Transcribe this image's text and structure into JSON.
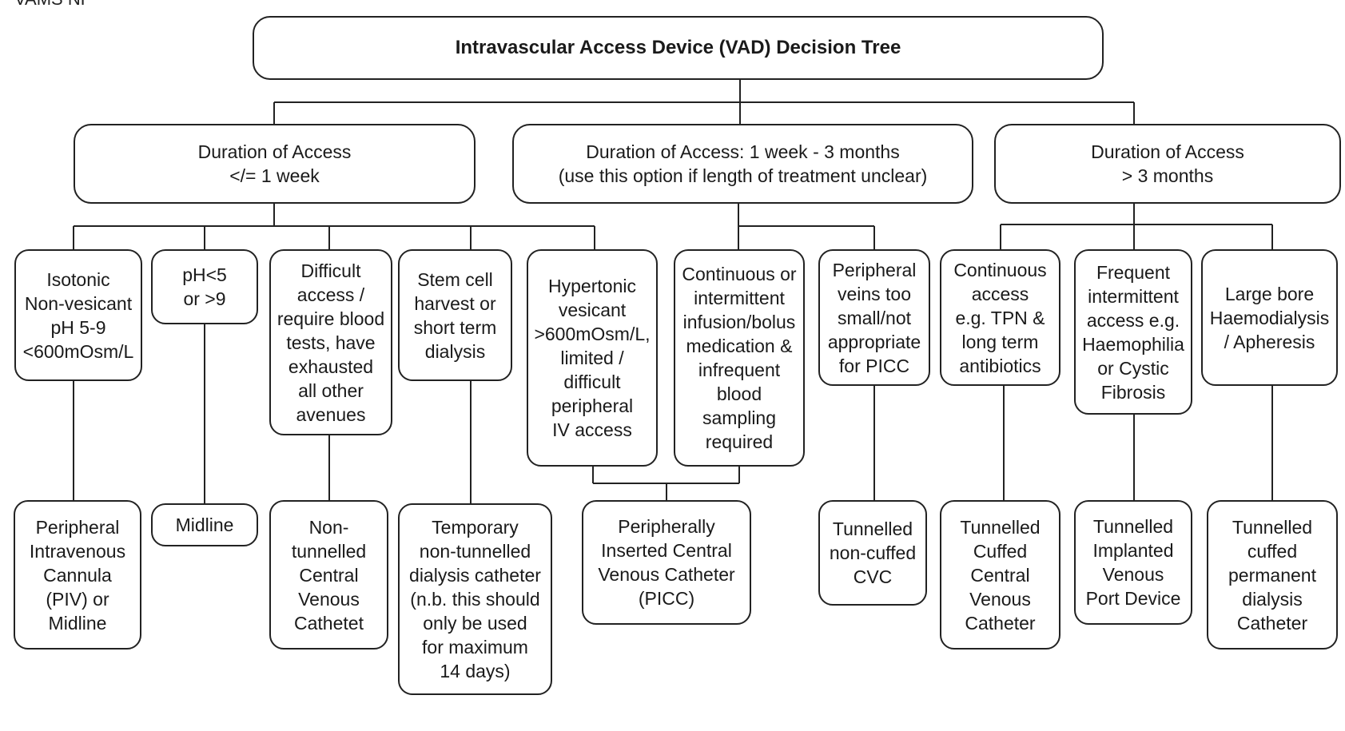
{
  "corner_text": "VAMS NP",
  "title": "Intravascular Access Device (VAD) Decision Tree",
  "durations": [
    "Duration of Access\n</= 1 week",
    "Duration of Access: 1 week - 3 months\n(use this option if length of treatment unclear)",
    "Duration of Access\n> 3 months"
  ],
  "criteria": [
    "Isotonic\nNon-vesicant\npH 5-9\n<600mOsm/L",
    "pH<5\nor >9",
    "Difficult\naccess /\nrequire blood\ntests, have\nexhausted\nall other\navenues",
    "Stem cell\nharvest or\nshort term\ndialysis",
    "Hypertonic\nvesicant\n>600mOsm/L,\nlimited /\ndifficult\nperipheral\nIV access",
    "Continuous or\nintermittent\ninfusion/bolus\nmedication &\ninfrequent\nblood\nsampling\nrequired",
    "Peripheral\nveins too\nsmall/not\nappropriate\nfor PICC",
    "Continuous\naccess\ne.g. TPN &\nlong term\nantibiotics",
    "Frequent\nintermittent\naccess e.g.\nHaemophilia\nor Cystic\nFibrosis",
    "Large bore\nHaemodialysis\n/ Apheresis"
  ],
  "devices": [
    "Peripheral\nIntravenous\nCannula\n(PIV) or\nMidline",
    "Midline",
    "Non-\ntunnelled\nCentral\nVenous\nCathetet",
    "Temporary\nnon-tunnelled\ndialysis catheter\n(n.b. this should\nonly be used\nfor maximum\n14 days)",
    "Peripherally\nInserted Central\nVenous Catheter\n(PICC)",
    "Tunnelled\nnon-cuffed\nCVC",
    "Tunnelled\nCuffed\nCentral\nVenous\nCatheter",
    "Tunnelled\nImplanted\nVenous\nPort Device",
    "Tunnelled\ncuffed\npermanent\ndialysis\nCatheter"
  ]
}
